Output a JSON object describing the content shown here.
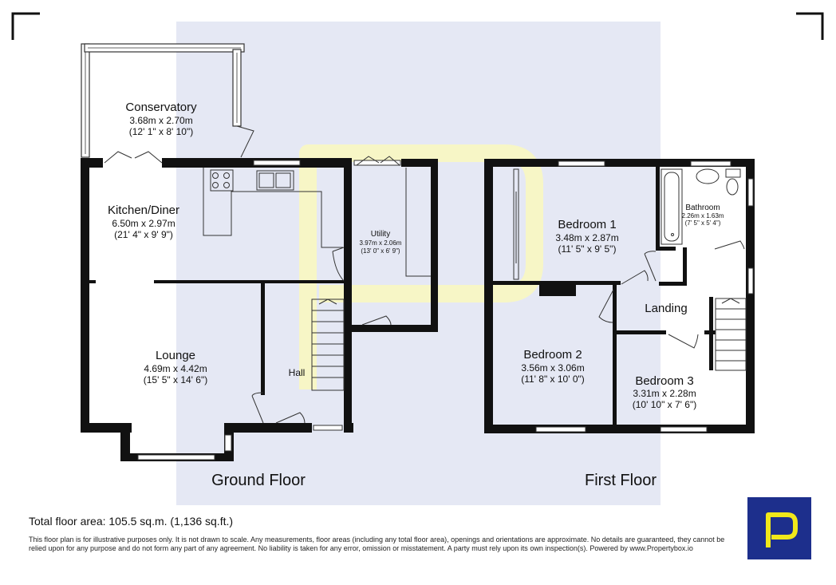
{
  "floors": {
    "ground": "Ground Floor",
    "first": "First Floor"
  },
  "rooms": {
    "conservatory": {
      "name": "Conservatory",
      "metric": "3.68m x 2.70m",
      "imperial": "(12' 1\" x 8' 10\")"
    },
    "kitchen": {
      "name": "Kitchen/Diner",
      "metric": "6.50m x 2.97m",
      "imperial": "(21' 4\" x 9' 9\")"
    },
    "utility": {
      "name": "Utility",
      "metric": "3.97m x 2.06m",
      "imperial": "(13' 0\" x 6' 9\")"
    },
    "lounge": {
      "name": "Lounge",
      "metric": "4.69m x 4.42m",
      "imperial": "(15' 5\" x 14' 6\")"
    },
    "hall": {
      "name": "Hall"
    },
    "bedroom1": {
      "name": "Bedroom 1",
      "metric": "3.48m x 2.87m",
      "imperial": "(11' 5\" x 9' 5\")"
    },
    "bathroom": {
      "name": "Bathroom",
      "metric": "2.26m x 1.63m",
      "imperial": "(7' 5\" x 5' 4\")"
    },
    "landing": {
      "name": "Landing"
    },
    "bedroom2": {
      "name": "Bedroom 2",
      "metric": "3.56m x 3.06m",
      "imperial": "(11' 8\" x 10' 0\")"
    },
    "bedroom3": {
      "name": "Bedroom 3",
      "metric": "3.31m x 2.28m",
      "imperial": "(10' 10\" x 7' 6\")"
    }
  },
  "total_area": "Total floor area: 105.5 sq.m. (1,136 sq.ft.)",
  "disclaimer": "This floor plan is for illustrative purposes only. It is not drawn to scale. Any measurements, floor areas (including any total floor area), openings and orientations are approximate. No details are guaranteed, they cannot be relied upon for any purpose and do not form any part of any agreement. No liability is taken for any error, omission or misstatement. A party must rely upon its own inspection(s). Powered by www.Propertybox.io",
  "colors": {
    "wall": "#111111",
    "overlay": "#e5e8f4",
    "watermark": "#f7f6c6",
    "logo": "#1d2f8c"
  },
  "icons": {
    "logo": "propertybox-p-logo-icon",
    "watermark": "propertybox-p-watermark-icon"
  }
}
